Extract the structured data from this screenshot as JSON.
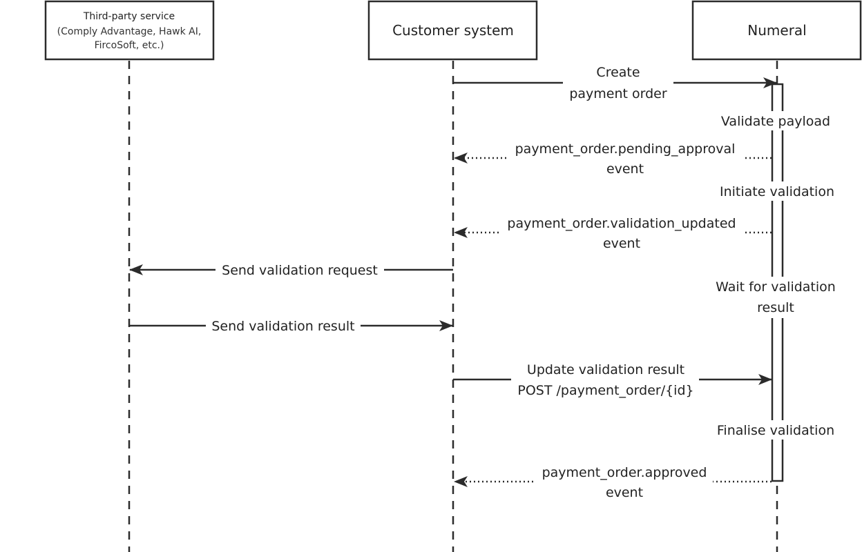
{
  "participants": {
    "third_party": {
      "title": "Third-party service",
      "subtitle_line1": "(Comply Advantage, Hawk AI,",
      "subtitle_line2": "FircoSoft, etc.)"
    },
    "customer": {
      "title": "Customer system"
    },
    "numeral": {
      "title": "Numeral"
    }
  },
  "messages": {
    "create": {
      "line1": "Create",
      "line2": "payment order"
    },
    "pending_event": {
      "line1": "payment_order.pending_approval",
      "line2": "event"
    },
    "validation_updated_event": {
      "line1": "payment_order.validation_updated",
      "line2": "event"
    },
    "send_request": {
      "line1": "Send validation request"
    },
    "send_result": {
      "line1": "Send validation result"
    },
    "update_result": {
      "line1": "Update validation result",
      "line2": "POST /payment_order/{id}"
    },
    "approved_event": {
      "line1": "payment_order.approved",
      "line2": "event"
    }
  },
  "notes": {
    "validate_payload": "Validate payload",
    "initiate_validation": "Initiate validation",
    "wait_line1": "Wait for validation",
    "wait_line2": "result",
    "finalise_validation": "Finalise validation"
  },
  "colors": {
    "line": "#2b2b2b",
    "text": "#222222",
    "background": "#ffffff"
  }
}
